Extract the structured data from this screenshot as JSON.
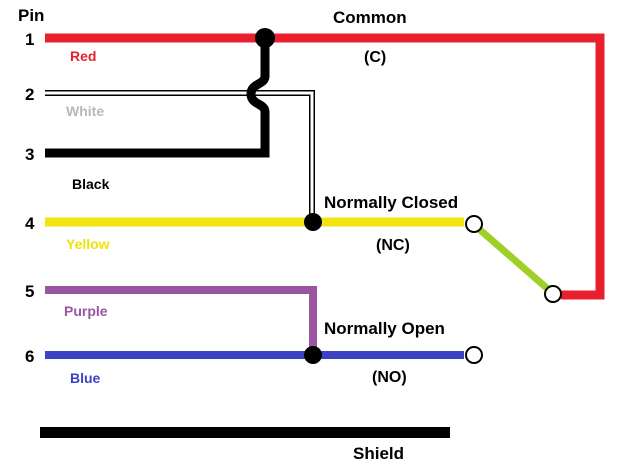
{
  "diagram_title": "Pin",
  "pins": [
    {
      "number": "1",
      "label": "Red",
      "wire_color": "#e8202e",
      "label_color": "#e8202e"
    },
    {
      "number": "2",
      "label": "White",
      "wire_color": "#ffffff",
      "label_color": "#b8b8b8"
    },
    {
      "number": "3",
      "label": "Black",
      "wire_color": "#000000",
      "label_color": "#000000"
    },
    {
      "number": "4",
      "label": "Yellow",
      "wire_color": "#f2e50f",
      "label_color": "#f0e20c"
    },
    {
      "number": "5",
      "label": "Purple",
      "wire_color": "#9b55a0",
      "label_color": "#9b55a0"
    },
    {
      "number": "6",
      "label": "Blue",
      "wire_color": "#3b43c4",
      "label_color": "#3b43c4"
    }
  ],
  "contacts": {
    "common_label": "Common",
    "common_abbr": "(C)",
    "nc_label": "Normally Closed",
    "nc_abbr": "(NC)",
    "no_label": "Normally Open",
    "no_abbr": "(NO)"
  },
  "shield_label": "Shield",
  "colors": {
    "switch_arm": "#9fd027",
    "junction_dot": "#000000",
    "contact_fill": "#ffffff",
    "contact_stroke": "#000000",
    "shield_bar": "#000000"
  }
}
